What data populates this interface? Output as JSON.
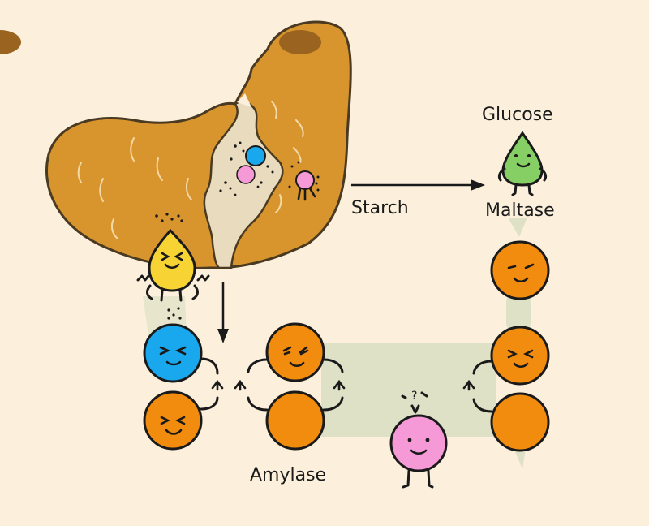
{
  "diagram": {
    "title": "Starch digestion illustration",
    "labels": {
      "starch": "Starch",
      "glucose": "Glucose",
      "maltase": "Maltase",
      "amylase": "Amylase"
    },
    "colors": {
      "background": "#fcf0dc",
      "stomach": "#d8952e",
      "stomach_outline": "#4a3a22",
      "stomach_interior": "#e9dbbd",
      "stomach_opening": "#9a6420",
      "band": "#dfe1c6",
      "orange_molecule": "#f28c0f",
      "blue_molecule": "#19a8ee",
      "yellow_character": "#f7d433",
      "green_character": "#86cf64",
      "pink_character": "#f59ad6",
      "ink": "#1a1a1a"
    },
    "characters": [
      {
        "name": "yellow-drop-character",
        "expression": "squinting-smile"
      },
      {
        "name": "green-glucose-character",
        "expression": "smile"
      },
      {
        "name": "pink-character",
        "expression": "smile",
        "note": "?"
      },
      {
        "name": "blue-molecule",
        "expression": "squinting-smile"
      }
    ],
    "arrows": [
      {
        "from": "stomach",
        "to": "glucose",
        "label": "Starch",
        "direction": "right"
      },
      {
        "from": "stomach",
        "to": "amylase-chain",
        "direction": "down"
      }
    ],
    "question_mark": "?"
  }
}
